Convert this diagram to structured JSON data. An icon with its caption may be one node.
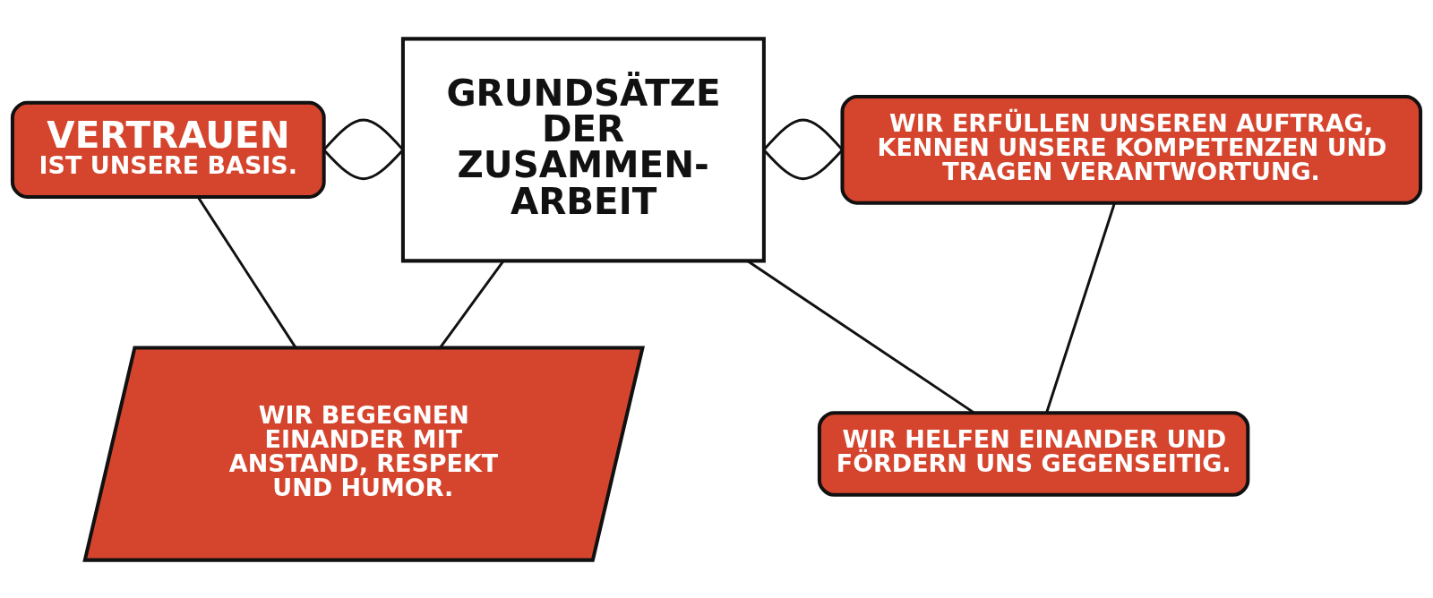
{
  "diagram": {
    "nodes": [
      {
        "text": [
          "GRUNDSÄTZE DER ZUSAMMEN- ARBEIT"
        ]
      },
      {
        "text": [
          "VERTRAUEN",
          "IST UNSERE BASIS."
        ]
      },
      {
        "text": [
          "WIR ERFÜLLEN UNSEREN AUFTRAG, KENNEN UNSERE KOMPETENZEN UND TRAGEN VERANTWORTUNG."
        ]
      },
      {
        "text": [
          "WIR BEGEGNEN EINANDER MIT ANSTAND, RESPEKT UND HUMOR."
        ]
      },
      {
        "text": [
          "WIR HELFEN EINANDER UND FÖRDERN UNS GEGENSEITIG."
        ]
      }
    ],
    "edges": [
      {
        "from": 1,
        "to": 0,
        "arrow": "none"
      },
      {
        "from": 1,
        "to": 0,
        "arrow": "none"
      },
      {
        "from": 0,
        "to": 2,
        "arrow": "none"
      },
      {
        "from": 0,
        "to": 2,
        "arrow": "none"
      },
      {
        "from": 1,
        "to": 3,
        "arrow": "none"
      },
      {
        "from": 0,
        "to": 3,
        "arrow": "none"
      },
      {
        "from": 0,
        "to": 4,
        "arrow": "none"
      },
      {
        "from": 2,
        "to": 4,
        "arrow": "none"
      }
    ]
  }
}
